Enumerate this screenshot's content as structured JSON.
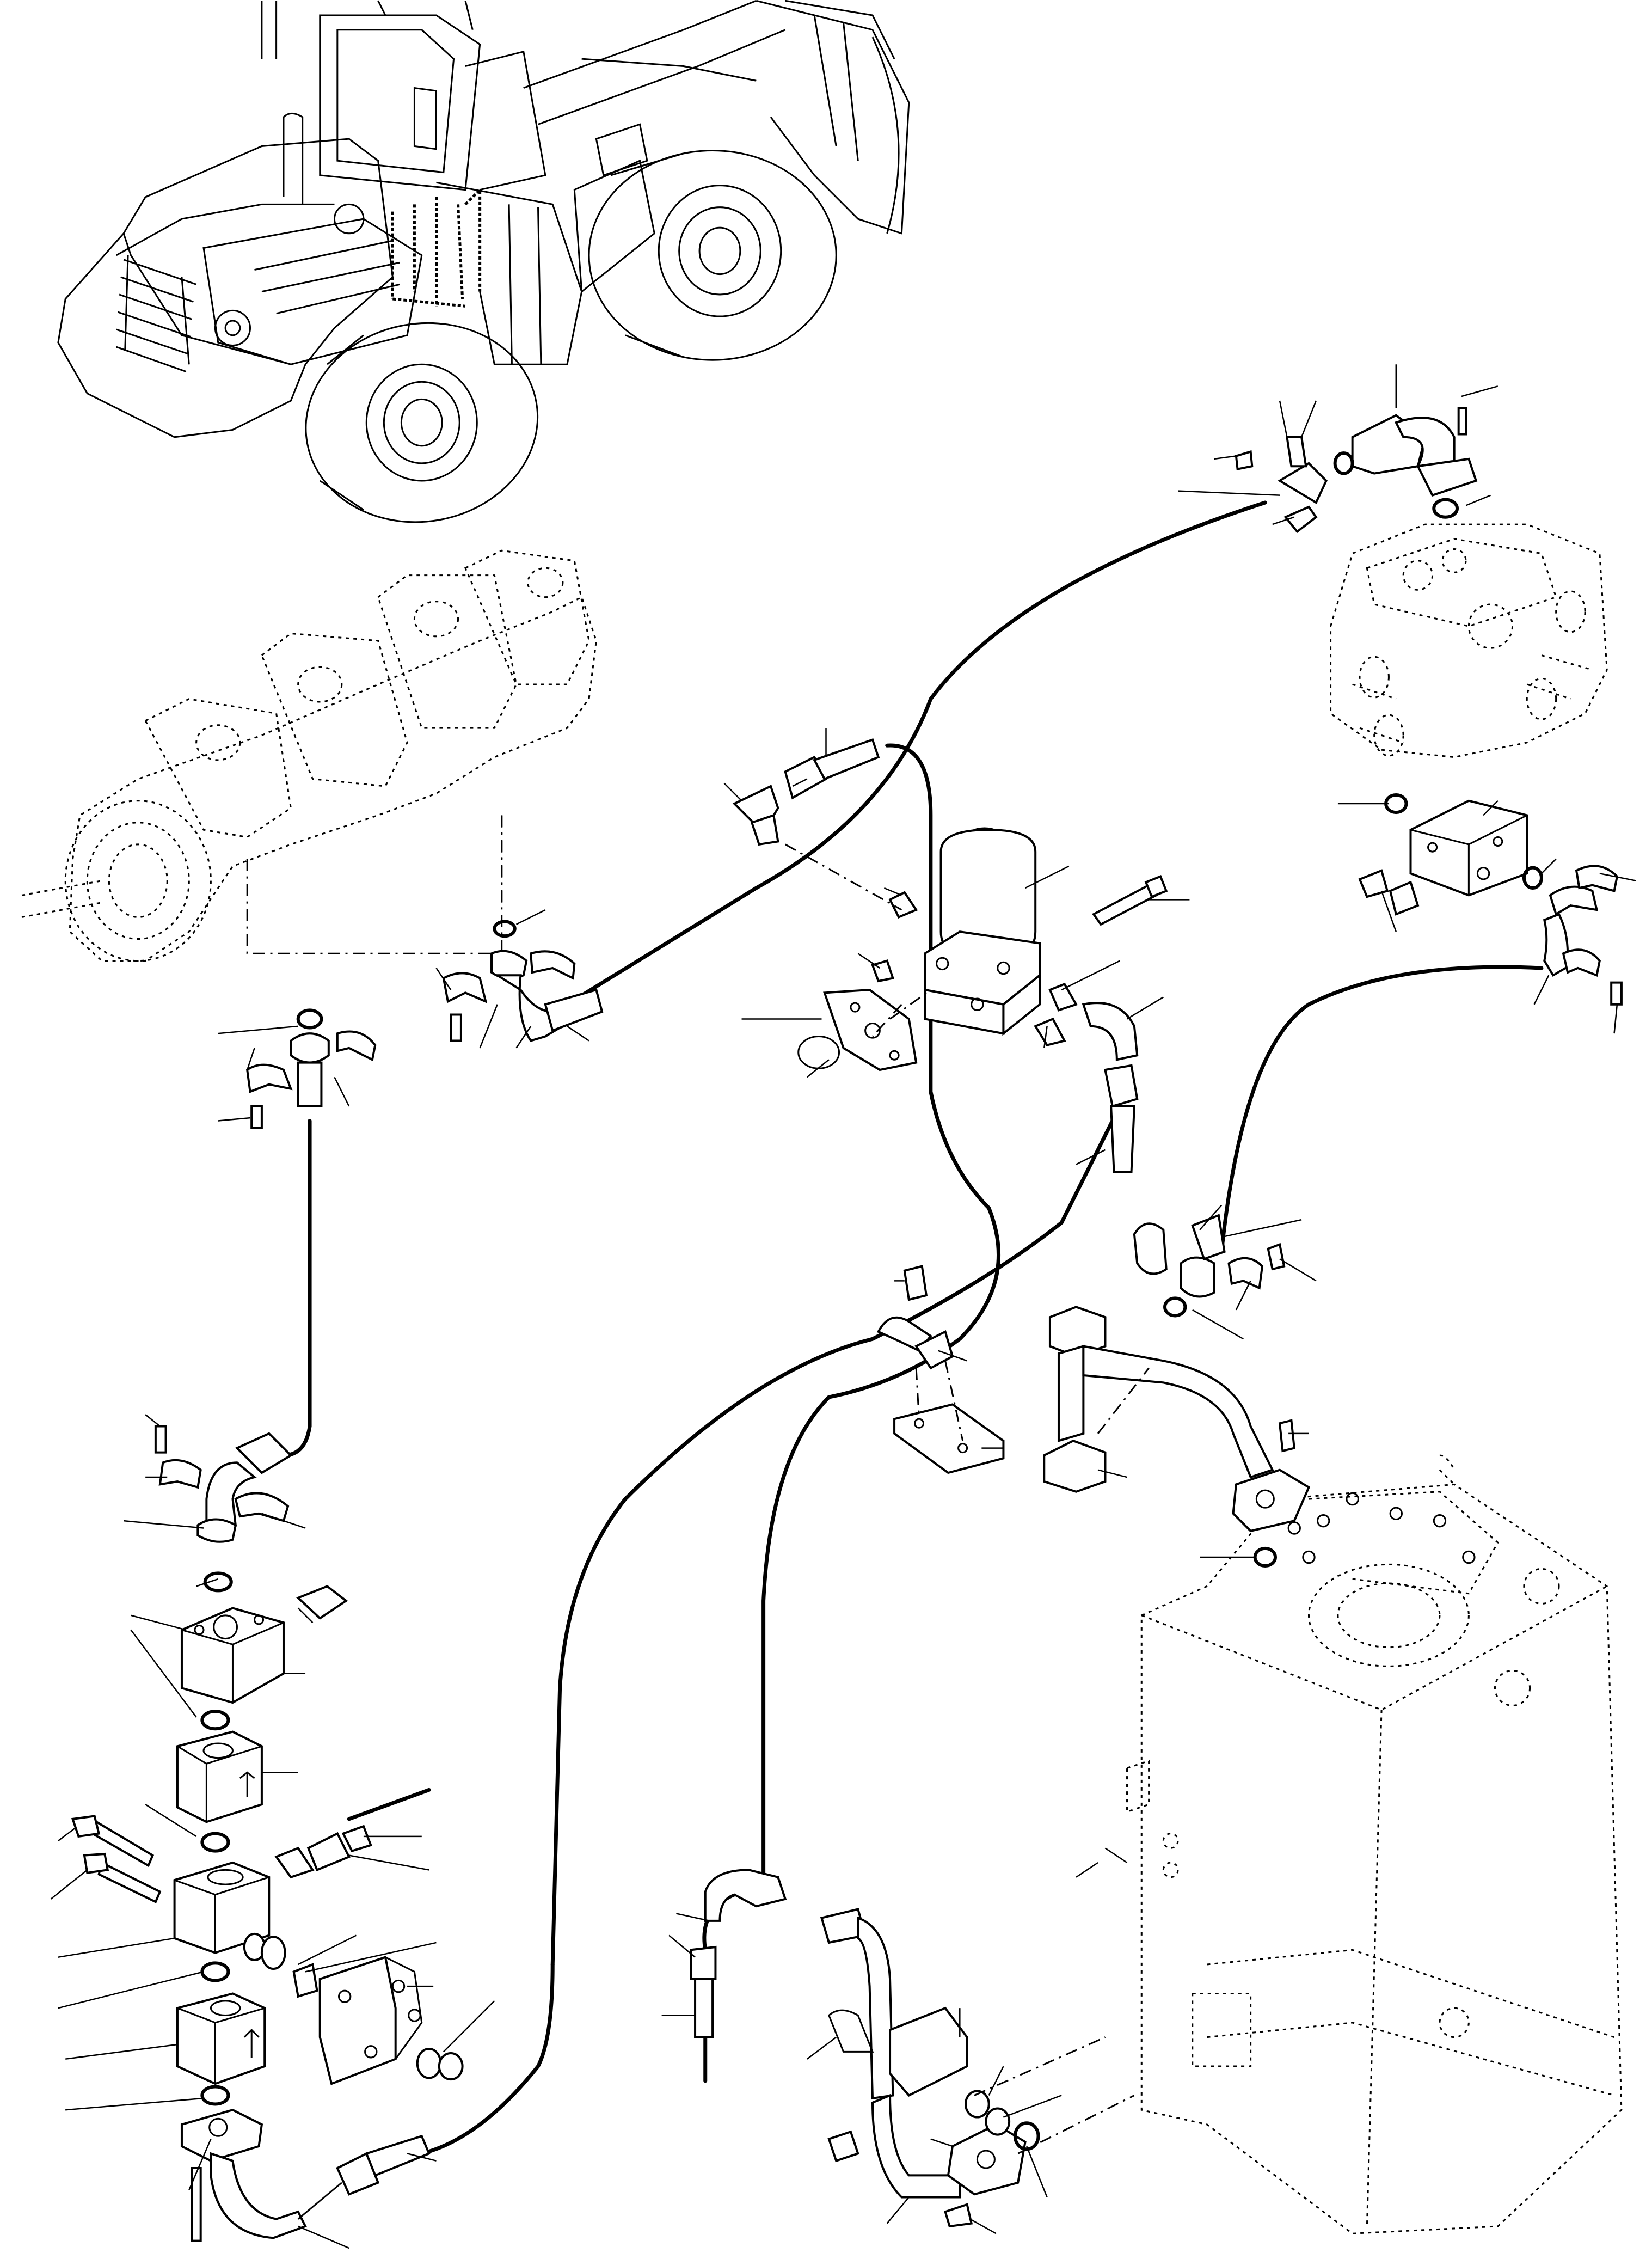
{
  "diagram": {
    "labels": [],
    "callout_numbers": []
  },
  "components": [
    {
      "id": "loader",
      "icon": "wheel-loader-icon"
    },
    {
      "id": "pump",
      "icon": "hydraulic-pump-icon"
    },
    {
      "id": "control-valve",
      "icon": "control-valve-icon"
    },
    {
      "id": "accumulator",
      "icon": "accumulator-icon"
    },
    {
      "id": "hydraulic-tank",
      "icon": "hydraulic-tank-icon"
    },
    {
      "id": "valve-block",
      "icon": "valve-block-icon"
    },
    {
      "id": "manifold-stack",
      "icon": "manifold-stack-icon"
    }
  ]
}
